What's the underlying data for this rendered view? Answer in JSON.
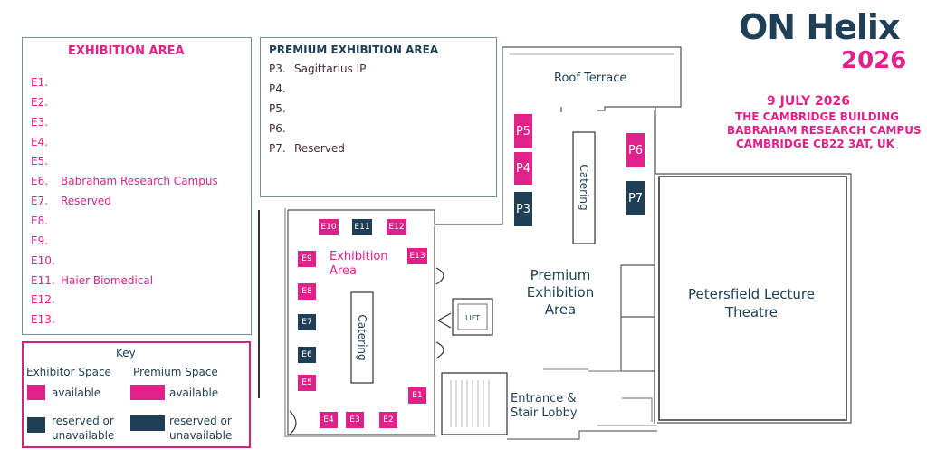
{
  "colors": {
    "available": "#e0218a",
    "reserved": "#1e3f55",
    "brand_dark": "#1e3f55",
    "brand_pink": "#e0218a"
  },
  "brand": {
    "name": "ON Helix",
    "year": "2026"
  },
  "event": {
    "date": "9 JULY 2026",
    "venue": "THE CAMBRIDGE BUILDING",
    "campus": "BABRAHAM RESEARCH CAMPUS",
    "city": "CAMBRIDGE CB22 3AT, UK"
  },
  "exhibition_list": {
    "title": "EXHIBITION AREA",
    "items": [
      {
        "code": "E1.",
        "name": ""
      },
      {
        "code": "E2.",
        "name": ""
      },
      {
        "code": "E3.",
        "name": ""
      },
      {
        "code": "E4.",
        "name": ""
      },
      {
        "code": "E5.",
        "name": ""
      },
      {
        "code": "E6.",
        "name": "Babraham Research Campus"
      },
      {
        "code": "E7.",
        "name": "Reserved"
      },
      {
        "code": "E8.",
        "name": ""
      },
      {
        "code": "E9.",
        "name": ""
      },
      {
        "code": "E10.",
        "name": ""
      },
      {
        "code": "E11.",
        "name": "Haier Biomedical"
      },
      {
        "code": "E12.",
        "name": ""
      },
      {
        "code": "E13.",
        "name": ""
      }
    ]
  },
  "premium_list": {
    "title": "PREMIUM EXHIBITION AREA",
    "items": [
      {
        "code": "P3.",
        "name": "Sagittarius IP"
      },
      {
        "code": "P4.",
        "name": ""
      },
      {
        "code": "P5.",
        "name": ""
      },
      {
        "code": "P6.",
        "name": ""
      },
      {
        "code": "P7.",
        "name": "Reserved"
      }
    ]
  },
  "key": {
    "title": "Key",
    "exhibitor_heading": "Exhibitor Space",
    "premium_heading": "Premium Space",
    "available_label": "available",
    "reserved_label_1": "reserved or",
    "reserved_label_2": "unavailable"
  },
  "map": {
    "labels": {
      "roof_terrace": "Roof Terrace",
      "catering_premium": "Catering",
      "catering_exhibition": "Catering",
      "exhibition_area_1": "Exhibition",
      "exhibition_area_2": "Area",
      "premium_area_1": "Premium",
      "premium_area_2": "Exhibition",
      "premium_area_3": "Area",
      "lecture_1": "Petersfield Lecture",
      "lecture_2": "Theatre",
      "entrance_1": "Entrance &",
      "entrance_2": "Stair Lobby",
      "lift": "LIFT"
    },
    "booths": [
      {
        "id": "E1",
        "status": "available"
      },
      {
        "id": "E2",
        "status": "available"
      },
      {
        "id": "E3",
        "status": "available"
      },
      {
        "id": "E4",
        "status": "available"
      },
      {
        "id": "E5",
        "status": "available"
      },
      {
        "id": "E6",
        "status": "reserved"
      },
      {
        "id": "E7",
        "status": "reserved"
      },
      {
        "id": "E8",
        "status": "available"
      },
      {
        "id": "E9",
        "status": "available"
      },
      {
        "id": "E10",
        "status": "available"
      },
      {
        "id": "E11",
        "status": "reserved"
      },
      {
        "id": "E12",
        "status": "available"
      },
      {
        "id": "E13",
        "status": "available"
      },
      {
        "id": "P3",
        "status": "reserved"
      },
      {
        "id": "P4",
        "status": "available"
      },
      {
        "id": "P5",
        "status": "available"
      },
      {
        "id": "P6",
        "status": "available"
      },
      {
        "id": "P7",
        "status": "reserved"
      }
    ]
  }
}
